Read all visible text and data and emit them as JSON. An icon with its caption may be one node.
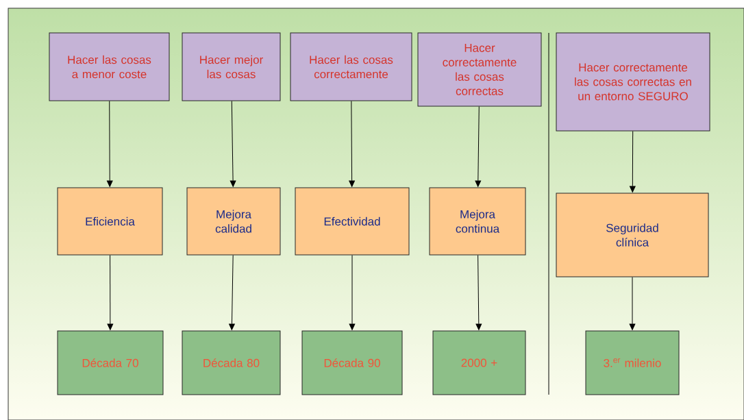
{
  "diagram": {
    "nodes": [
      {
        "text": [
          "Hacer las cosas a menor coste"
        ]
      },
      {
        "text": [
          "Hacer mejor las cosas"
        ]
      },
      {
        "text": [
          "Hacer las cosas correctamente"
        ]
      },
      {
        "text": [
          "Hacer correctamente las cosas correctas"
        ]
      },
      {
        "text": [
          "Hacer correctamente las cosas correctas en un entorno SEGURO"
        ]
      },
      {
        "text": [
          "Eficiencia"
        ]
      },
      {
        "text": [
          "Mejora calidad"
        ]
      },
      {
        "text": [
          "Efectividad"
        ]
      },
      {
        "text": [
          "Mejora continua"
        ]
      },
      {
        "text": [
          "Seguridad clínica"
        ]
      },
      {
        "text": [
          "Década 70"
        ]
      },
      {
        "text": [
          "Década 80"
        ]
      },
      {
        "text": [
          "Década 90"
        ]
      },
      {
        "text": [
          "2000 +"
        ]
      },
      {
        "text": [
          "3.$^{er}$ milenio"
        ]
      }
    ],
    "edges": [
      {
        "from": 0,
        "to": 5,
        "arrow": "to"
      },
      {
        "from": 1,
        "to": 6,
        "arrow": "to"
      },
      {
        "from": 2,
        "to": 7,
        "arrow": "to"
      },
      {
        "from": 3,
        "to": 8,
        "arrow": "to"
      },
      {
        "from": 4,
        "to": 9,
        "arrow": "to"
      },
      {
        "from": 5,
        "to": 10,
        "arrow": "to"
      },
      {
        "from": 6,
        "to": 11,
        "arrow": "to"
      },
      {
        "from": 7,
        "to": 12,
        "arrow": "to"
      },
      {
        "from": 8,
        "to": 13,
        "arrow": "to"
      },
      {
        "from": 9,
        "to": 14,
        "arrow": "to"
      }
    ]
  }
}
